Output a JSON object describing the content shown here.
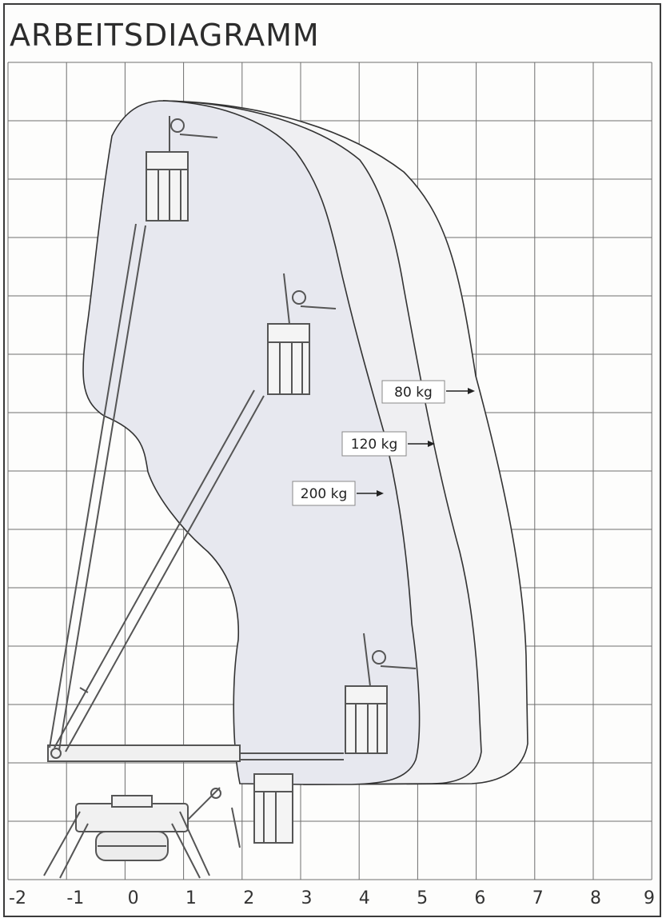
{
  "title": "ARBEITSDIAGRAMM",
  "x_axis": {
    "ticks": [
      "-2",
      "-1",
      "0",
      "1",
      "2",
      "3",
      "4",
      "5",
      "6",
      "7",
      "8",
      "9"
    ]
  },
  "load_labels": [
    {
      "text": "80 kg"
    },
    {
      "text": "120 kg"
    },
    {
      "text": "200 kg"
    }
  ],
  "colors": {
    "grid": "#6e6e6e",
    "envelope_200": "#e7e8ef",
    "envelope_120": "#efeff2",
    "envelope_80": "#f7f7f7",
    "outline": "#333333",
    "machine": "#555555"
  }
}
